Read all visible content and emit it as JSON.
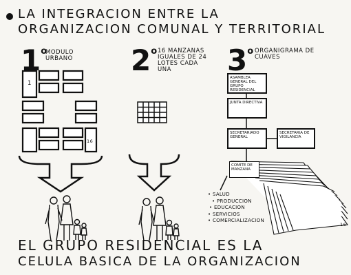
{
  "title": {
    "line1": "LA INTEGRACION ENTRE LA",
    "line2": "ORGANIZACION COMUNAL Y TERRITORIAL"
  },
  "sections": [
    {
      "number": "1",
      "ordinal": "o",
      "label": "MODULO URBANO"
    },
    {
      "number": "2",
      "ordinal": "o",
      "label": "16 MANZANAS IGUALES DE 24 LOTES CADA UNA"
    },
    {
      "number": "3",
      "ordinal": "o",
      "label": "ORGANIGRAMA DE CUAVES"
    }
  ],
  "module": {
    "marker_a": "1",
    "marker_b": "16"
  },
  "organigram": {
    "box1": "ASAMBLEA GENERAL DEL GRUPO RESIDENCIAL",
    "box2": "JUNTA DIRECTIVA",
    "box3": "SECRETARIADO GENERAL",
    "box4": "SECRETARIA DE VIGILANCIA",
    "box5": "COMITE DE MANZANA",
    "count": "16",
    "items": [
      "SALUD",
      "PRODUCCION",
      "EDUCACION",
      "SERVICIOS",
      "COMERCIALIZACION"
    ]
  },
  "bottom": {
    "line1": "EL GRUPO RESIDENCIAL ES LA",
    "line2": "CELULA BASICA DE LA ORGANIZACION"
  }
}
